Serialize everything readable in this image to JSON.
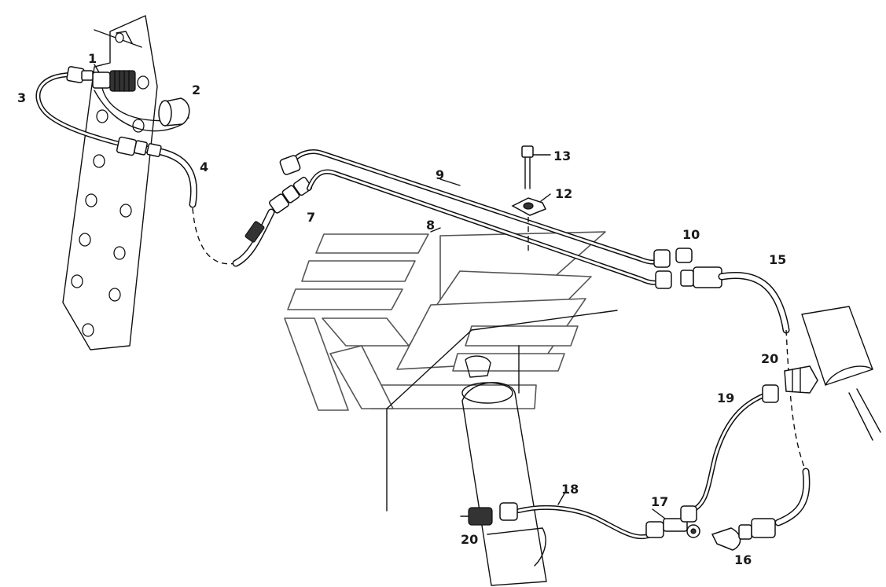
{
  "diagram": {
    "callouts": [
      {
        "id": "1",
        "text": "1"
      },
      {
        "id": "2",
        "text": "2"
      },
      {
        "id": "3",
        "text": "3"
      },
      {
        "id": "4",
        "text": "4"
      },
      {
        "id": "7",
        "text": "7"
      },
      {
        "id": "8",
        "text": "8"
      },
      {
        "id": "9",
        "text": "9"
      },
      {
        "id": "10",
        "text": "10"
      },
      {
        "id": "12",
        "text": "12"
      },
      {
        "id": "13",
        "text": "13"
      },
      {
        "id": "15",
        "text": "15"
      },
      {
        "id": "16",
        "text": "16"
      },
      {
        "id": "17",
        "text": "17"
      },
      {
        "id": "18",
        "text": "18"
      },
      {
        "id": "19",
        "text": "19"
      },
      {
        "id": "20a",
        "text": "20"
      },
      {
        "id": "20b",
        "text": "20"
      }
    ],
    "colors": {
      "line": "#111111",
      "background": "#ffffff",
      "watermark": "#555555"
    }
  }
}
